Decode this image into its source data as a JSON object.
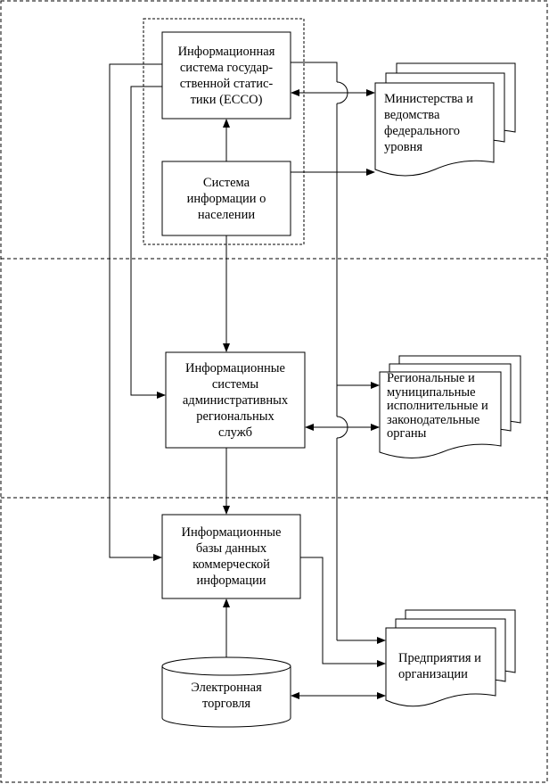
{
  "nodes": {
    "essco": {
      "text": "Информационная\nсистема государ-\nственной статис-\nтики (ЕССО)"
    },
    "population": {
      "text": "Система\nинформации о\nнаселении"
    },
    "regional_services": {
      "text": "Информационные\nсистемы\nадминистративных\nрегиональных\nслужб"
    },
    "commercial_db": {
      "text": "Информационные\nбазы данных\nкоммерческой\nинформации"
    },
    "e_commerce": {
      "text": "Электронная\nторговля"
    },
    "ministries": {
      "text": "Министерства и\nведомства\nфедерального\nуровня"
    },
    "regional_bodies": {
      "text": "Региональные и\nмуниципальные\nисполнительные и\nзаконодательные\nорганы"
    },
    "enterprises": {
      "text": "Предприятия и\nорганизации"
    }
  }
}
